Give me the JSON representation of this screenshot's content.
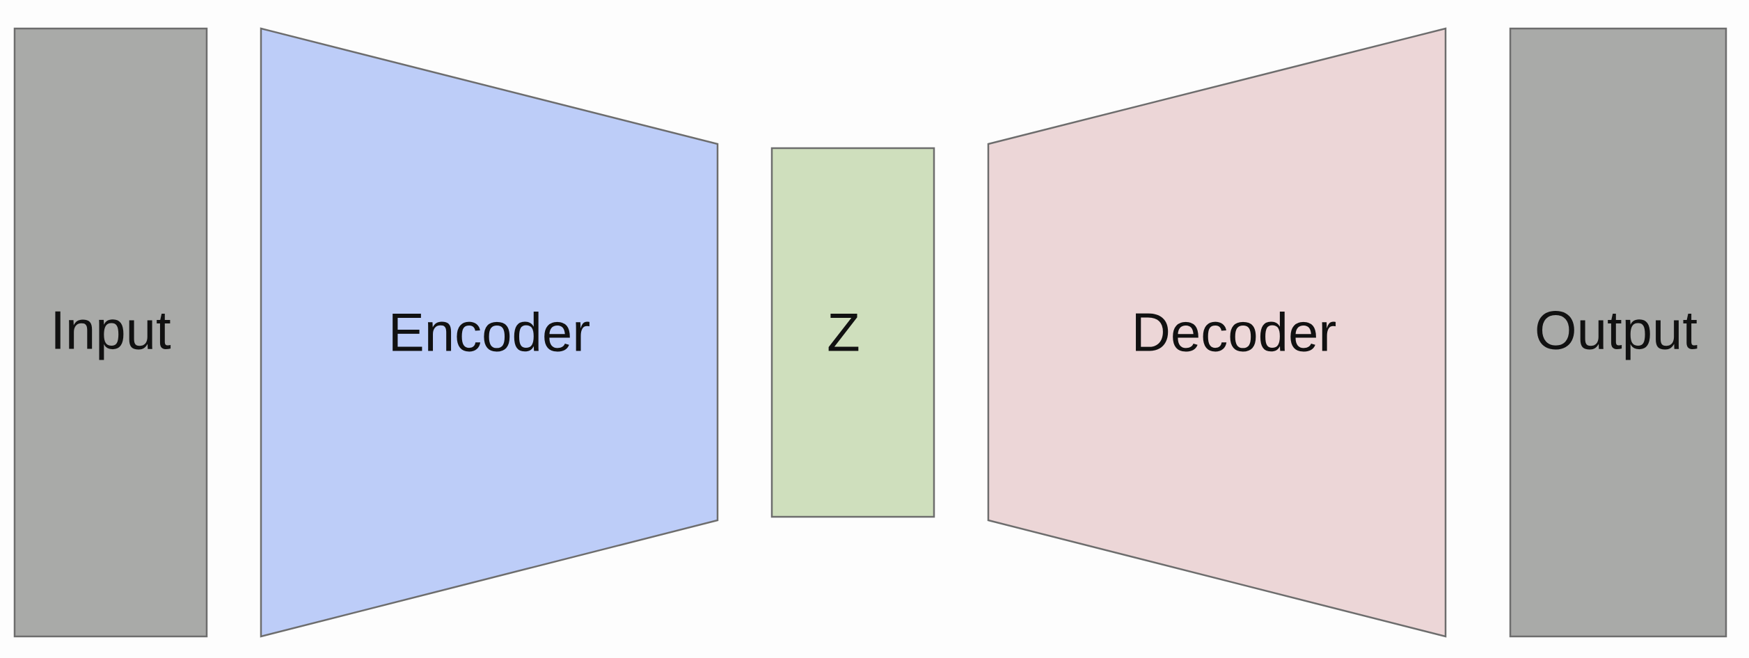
{
  "diagram": {
    "blocks": {
      "input": {
        "label": "Input",
        "color": "#a9aaa8"
      },
      "encoder": {
        "label": "Encoder",
        "color": "#bdcdf8"
      },
      "latent": {
        "label": "Z",
        "color": "#cfdfbd"
      },
      "decoder": {
        "label": "Decoder",
        "color": "#ecd6d7"
      },
      "output": {
        "label": "Output",
        "color": "#a9aaa8"
      }
    }
  }
}
